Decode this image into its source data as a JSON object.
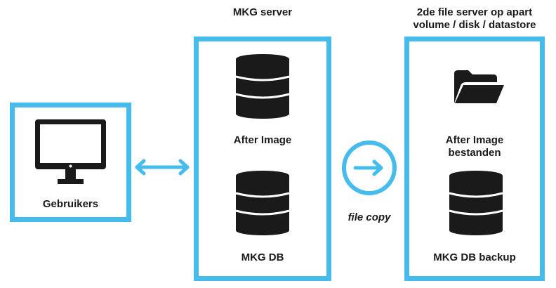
{
  "client": {
    "label": "Gebruikers",
    "icon": "monitor-icon"
  },
  "mkg_server": {
    "title": "MKG server",
    "items": [
      {
        "label": "After Image",
        "icon": "database-icon"
      },
      {
        "label": "MKG DB",
        "icon": "database-icon"
      }
    ]
  },
  "file_server": {
    "title_line1": "2de file server op apart",
    "title_line2": "volume / disk / datastore",
    "items": [
      {
        "label_line1": "After Image",
        "label_line2": "bestanden",
        "icon": "folder-icon"
      },
      {
        "label": "MKG DB backup",
        "icon": "database-icon"
      }
    ]
  },
  "connectors": {
    "client_server": {
      "icon": "double-arrow-icon"
    },
    "copy": {
      "label": "file copy",
      "icon": "circle-arrow-icon"
    }
  },
  "colors": {
    "accent": "#45BCEB",
    "ink": "#1a1a1a"
  }
}
